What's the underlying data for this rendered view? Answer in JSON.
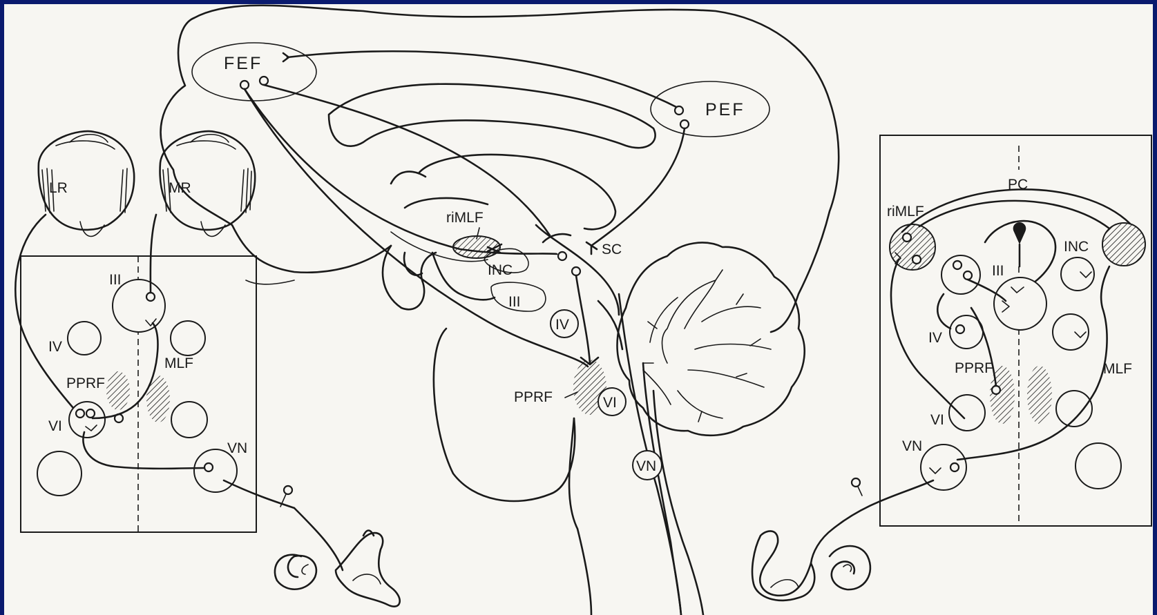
{
  "diagram": {
    "background_color": "#0a1a6e",
    "paper_color": "#f7f6f2",
    "ink_color": "#1a1a1a",
    "labels": {
      "fef": "FEF",
      "pef": "PEF",
      "sc": "SC",
      "rimlf_center": "riMLF",
      "inc_center": "INC",
      "iii_center": "III",
      "iv_center": "IV",
      "vi_center": "VI",
      "pprf_center": "PPRF",
      "vn_center": "VN",
      "lr": "LR",
      "mr": "MR",
      "left_panel": {
        "iii": "III",
        "iv": "IV",
        "vi": "VI",
        "pprf": "PPRF",
        "mlf": "MLF",
        "vn": "VN"
      },
      "right_panel": {
        "pc": "PC",
        "rimlf": "riMLF",
        "inc": "INC",
        "iii": "III",
        "iv": "IV",
        "vi": "VI",
        "pprf": "PPRF",
        "mlf": "MLF",
        "vn": "VN"
      }
    }
  }
}
